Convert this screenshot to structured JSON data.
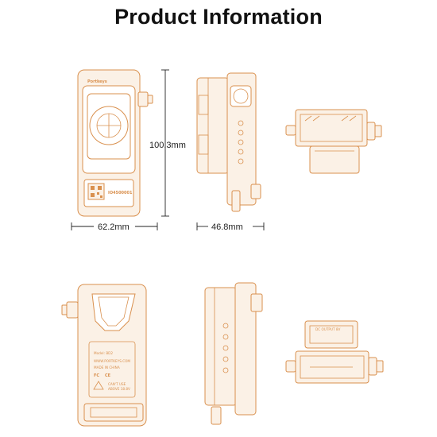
{
  "header": {
    "title": "Product Information"
  },
  "dimensions": {
    "height": "100.3mm",
    "width": "62.2mm",
    "depth": "46.8mm"
  },
  "device_labels": {
    "brand": "Portkeys",
    "serial": "IO4500001",
    "model": "Model: BD2",
    "website": "WWW.PORTKEYS.COM",
    "made_in": "MADE IN CHINA",
    "fc": "FC",
    "ce": "CE",
    "warning_line1": "CAN'T USE",
    "warning_line2": "ABOVE 18.8V",
    "dc_output": "DC OUTPUT 8V"
  },
  "colors": {
    "outline": "#D9904E",
    "fill": "#FBF1E6",
    "dimension": "#222222"
  }
}
